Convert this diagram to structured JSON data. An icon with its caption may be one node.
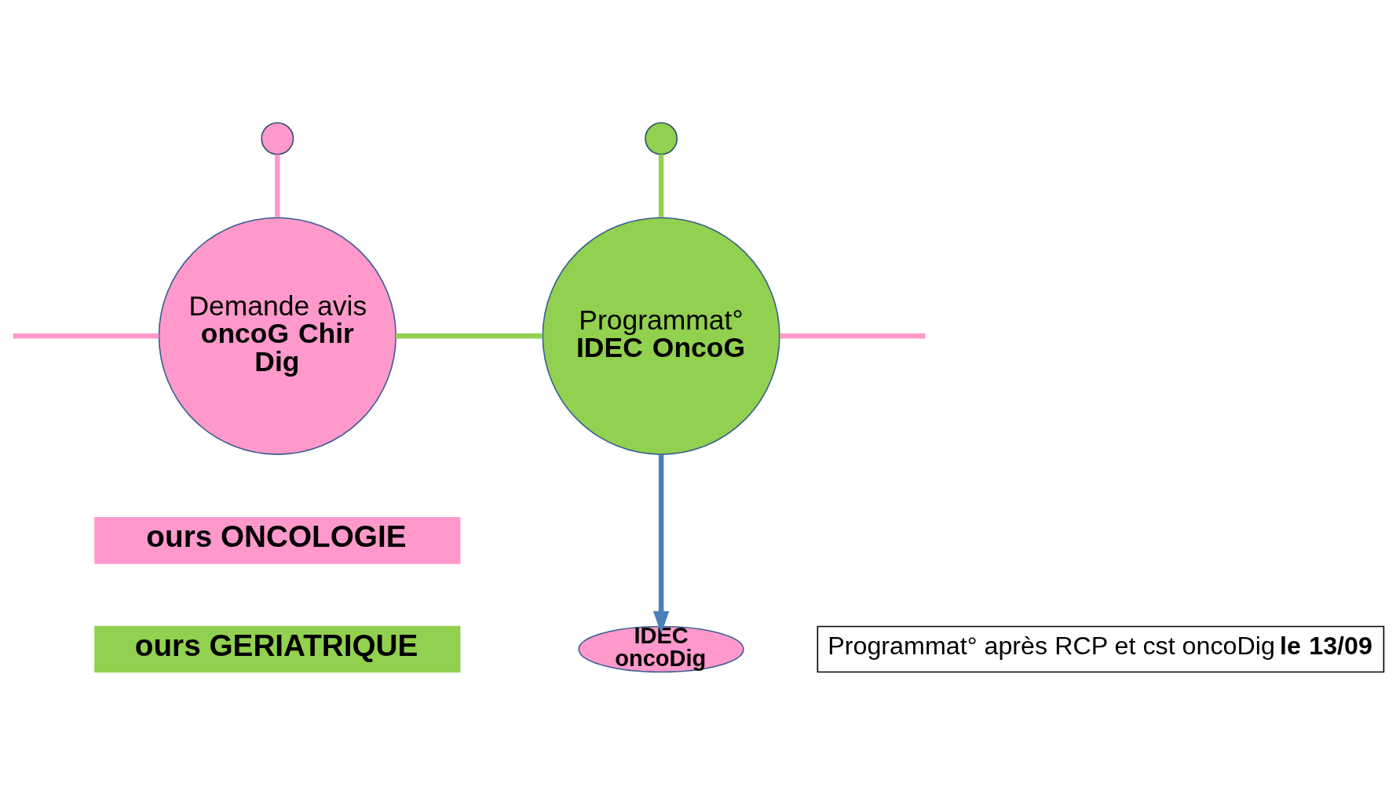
{
  "diagram": {
    "nodes": [
      {
        "text": [],
        "shape": "circle"
      },
      {
        "text": [
          "Demande avis **oncoG Chir Dig**"
        ]
      },
      {
        "text": [],
        "shape": "circle"
      },
      {
        "text": [
          "Programmat° **IDEC OncoG**"
        ]
      },
      {
        "text": [
          "Programmat° après RCP et cst oncoDig **le 13/09**"
        ]
      },
      {
        "text": [
          "**IDEC oncoDig**"
        ]
      }
    ],
    "edges": [
      {
        "from": 0,
        "to": 1,
        "arrow": "none"
      },
      {
        "from": 2,
        "to": 3,
        "arrow": "none",
        "color": "#92d050"
      },
      {
        "from": null,
        "to": 1,
        "arrow": "none"
      },
      {
        "from": 1,
        "to": 3,
        "arrow": "none",
        "color": "#92d050"
      },
      {
        "from": 3,
        "to": null,
        "arrow": "none"
      },
      {
        "from": 3,
        "to": 5,
        "arrow": "to",
        "color": "#4a7ebb"
      }
    ],
    "legend": [
      {
        "text": "ours ONCOLOGIE",
        "color": "#ff99cc"
      },
      {
        "text": "ours GERIATRIQUE",
        "color": "#92d050"
      }
    ]
  }
}
